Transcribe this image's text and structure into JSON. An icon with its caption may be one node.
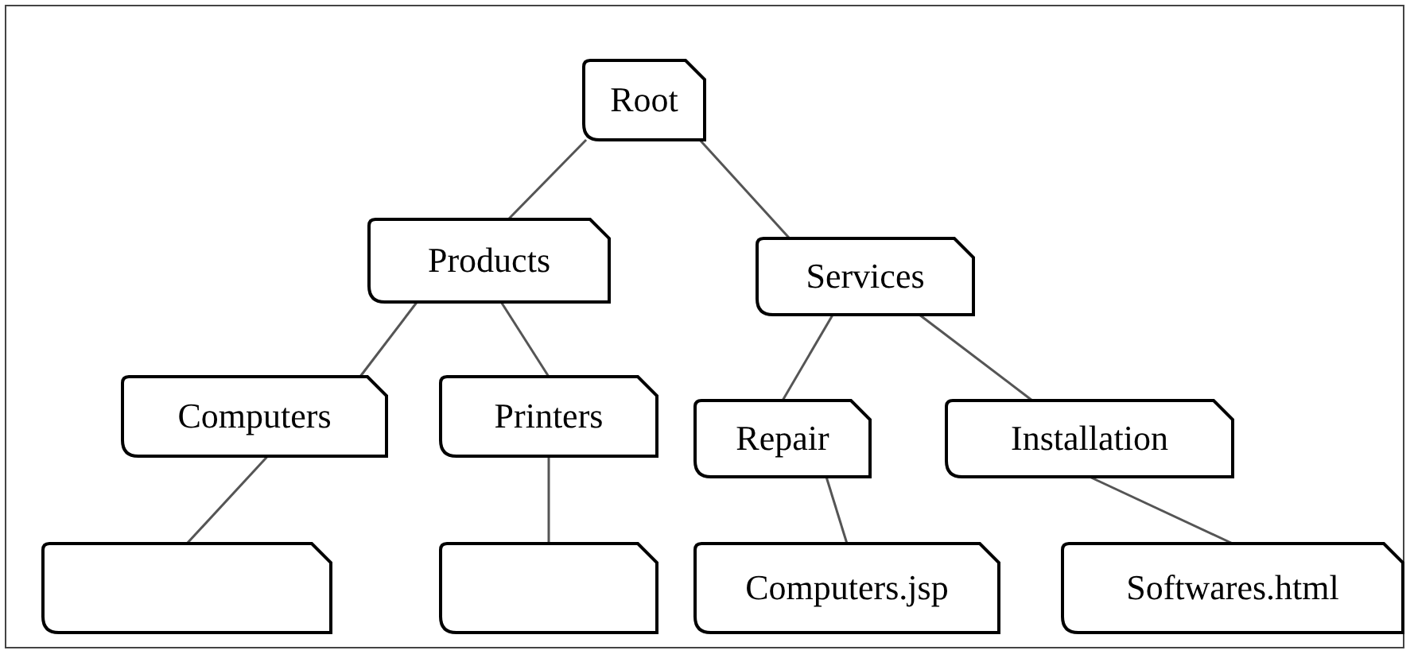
{
  "diagram": {
    "nodes": [
      {
        "text": [
          "Root"
        ]
      },
      {
        "text": [
          "Products"
        ]
      },
      {
        "text": [
          "Services"
        ]
      },
      {
        "text": [
          "Computers"
        ]
      },
      {
        "text": [
          "Printers"
        ]
      },
      {
        "text": [
          "Repair"
        ]
      },
      {
        "text": [
          "Installation"
        ]
      },
      {
        "text": [],
        "shape": "box"
      },
      {
        "text": [],
        "shape": "box"
      },
      {
        "text": [
          "Computers.jsp"
        ]
      },
      {
        "text": [
          "Softwares.html"
        ]
      }
    ],
    "edges": [
      {
        "from": 0,
        "to": 1,
        "arrow": "none"
      },
      {
        "from": 0,
        "to": 2,
        "arrow": "none"
      },
      {
        "from": 1,
        "to": 3,
        "arrow": "none"
      },
      {
        "from": 1,
        "to": 4,
        "arrow": "none"
      },
      {
        "from": 2,
        "to": 5,
        "arrow": "none"
      },
      {
        "from": 2,
        "to": 6,
        "arrow": "none"
      },
      {
        "from": 3,
        "to": 7,
        "arrow": "none"
      },
      {
        "from": 4,
        "to": 8,
        "arrow": "none"
      },
      {
        "from": 5,
        "to": 9,
        "arrow": "none"
      },
      {
        "from": 6,
        "to": 10,
        "arrow": "none"
      }
    ]
  }
}
